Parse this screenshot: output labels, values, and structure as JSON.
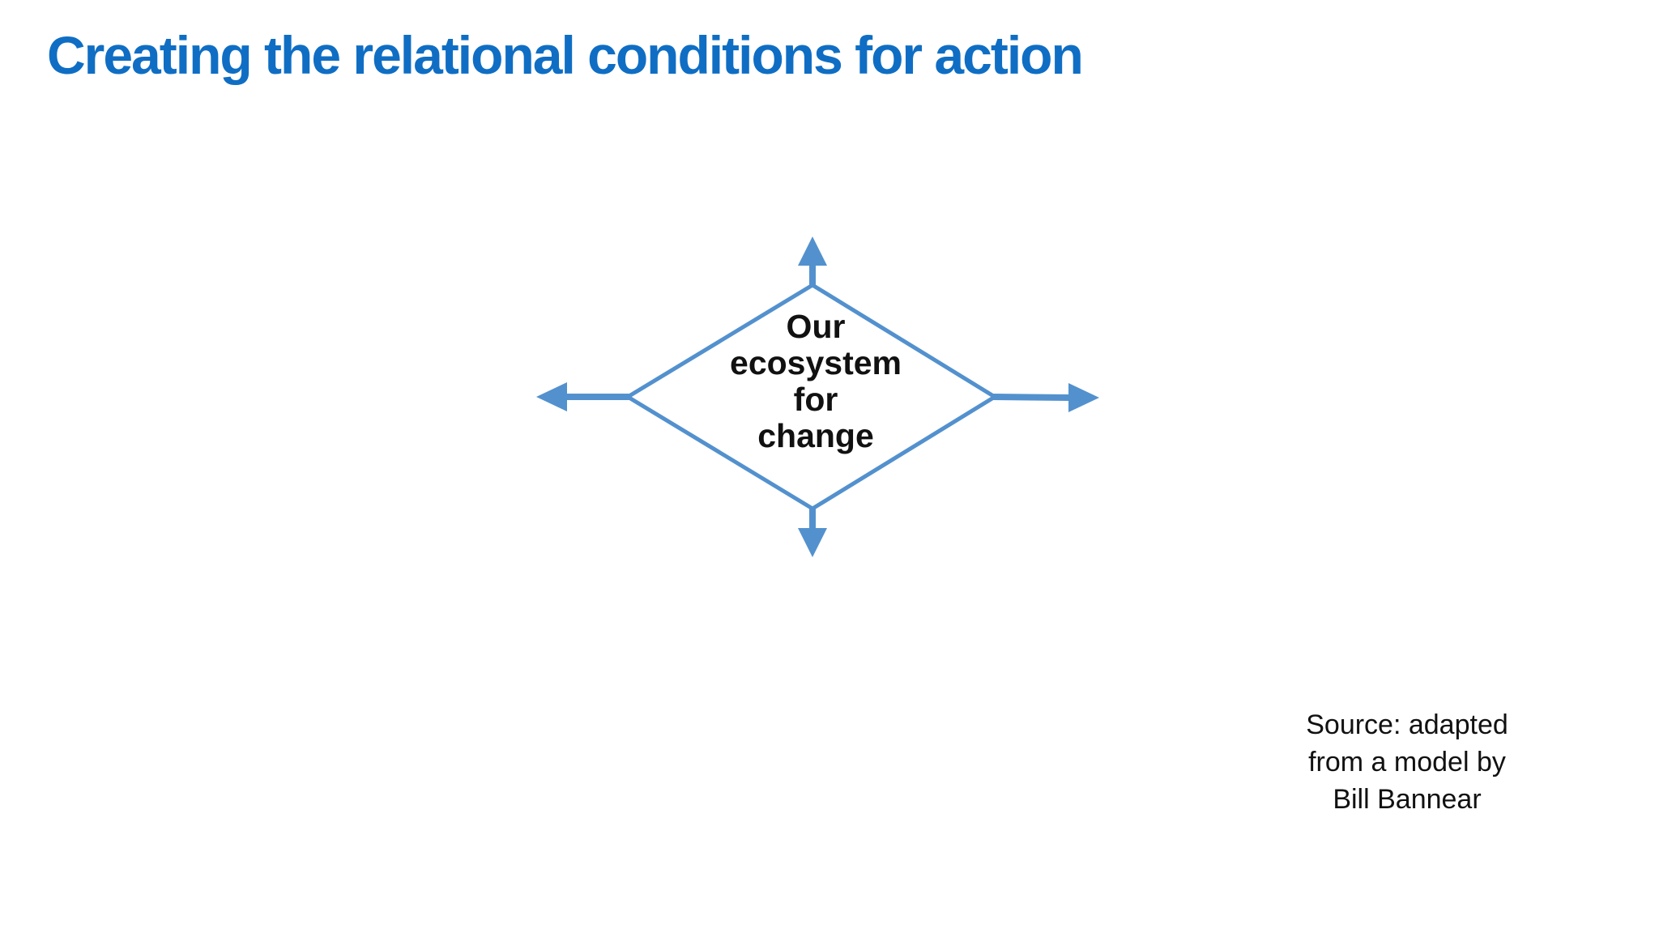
{
  "slide": {
    "title": "Creating the relational conditions for action"
  },
  "diagram": {
    "diamond_label": "Our\necosystem\nfor\nchange",
    "arrow_icons": [
      "arrow-up-icon",
      "arrow-right-icon",
      "arrow-down-icon",
      "arrow-left-icon"
    ]
  },
  "source_note": {
    "text": "Source: adapted\nfrom a model by\nBill Bannear"
  },
  "colors": {
    "title": "#0f6ec4",
    "shape": "#5391ce",
    "text": "#111111",
    "background": "#ffffff"
  }
}
